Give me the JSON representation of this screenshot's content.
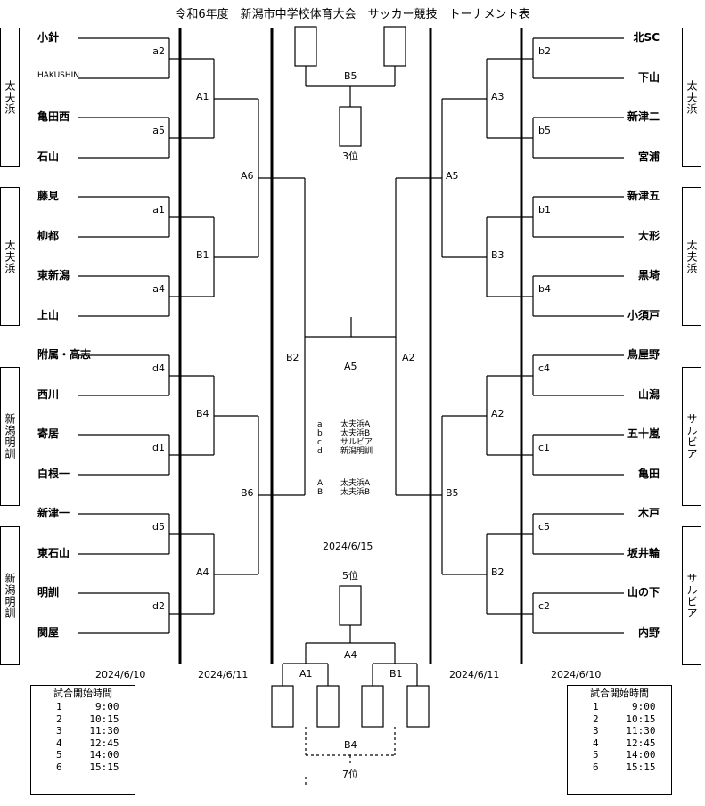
{
  "title": "令和6年度　新潟市中学校体育大会　サッカー競技　トーナメント表",
  "left_teams": [
    "小針",
    "HAKUSHIN",
    "亀田西",
    "石山",
    "藤見",
    "柳都",
    "東新潟",
    "上山",
    "附属・高志",
    "西川",
    "寄居",
    "白根一",
    "新津一",
    "東石山",
    "明訓",
    "関屋"
  ],
  "right_teams": [
    "北SC",
    "下山",
    "新津二",
    "宮浦",
    "新津五",
    "大形",
    "黒埼",
    "小須戸",
    "鳥屋野",
    "山潟",
    "五十嵐",
    "亀田",
    "木戸",
    "坂井輪",
    "山の下",
    "内野"
  ],
  "left_venues": [
    "太夫浜",
    "太夫浜",
    "新潟明訓",
    "新潟明訓"
  ],
  "right_venues": [
    "太夫浜",
    "太夫浜",
    "サルビア",
    "サルビア"
  ],
  "left_r1_labels": [
    "a2",
    "a5",
    "a1",
    "a4",
    "d4",
    "d1",
    "d5",
    "d2"
  ],
  "left_r2_labels": [
    "A1",
    "B1",
    "B4",
    "A4"
  ],
  "left_r3_labels": [
    "A6",
    "B6"
  ],
  "left_final_label": "B2",
  "right_r1_labels": [
    "b2",
    "b5",
    "b1",
    "b4",
    "c4",
    "c1",
    "c5",
    "c2"
  ],
  "right_r2_labels": [
    "A3",
    "B3",
    "A2",
    "B2"
  ],
  "right_r3_labels": [
    "A5",
    "B5"
  ],
  "right_final_label": "A2",
  "final_label": "A5",
  "third_place": {
    "label": "3位",
    "match": "B5"
  },
  "fifth_place": {
    "label": "5位",
    "match": "A4",
    "left_match": "A1",
    "right_match": "B1"
  },
  "seventh_place": {
    "label": "7位",
    "match": "B4"
  },
  "legend": [
    {
      "code": "a",
      "venue": "太夫浜A"
    },
    {
      "code": "b",
      "venue": "太夫浜B"
    },
    {
      "code": "c",
      "venue": "サルビア"
    },
    {
      "code": "d",
      "venue": "新潟明訓"
    },
    {
      "code": "A",
      "venue": "太夫浜A"
    },
    {
      "code": "B",
      "venue": "太夫浜B"
    }
  ],
  "dates": {
    "left_round1": "2024/6/10",
    "left_round2": "2024/6/11",
    "right_round2": "2024/6/11",
    "right_round1": "2024/6/10",
    "finals": "2024/6/15"
  },
  "schedule": {
    "title": "試合開始時間",
    "rows": [
      {
        "no": "1",
        "time": "9:00"
      },
      {
        "no": "2",
        "time": "10:15"
      },
      {
        "no": "3",
        "time": "11:30"
      },
      {
        "no": "4",
        "time": "12:45"
      },
      {
        "no": "5",
        "time": "14:00"
      },
      {
        "no": "6",
        "time": "15:15"
      }
    ]
  }
}
